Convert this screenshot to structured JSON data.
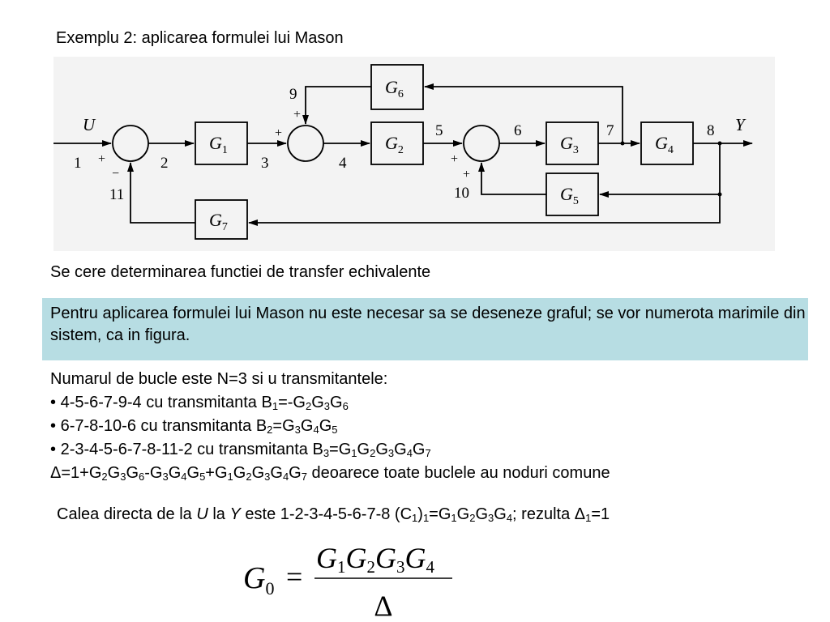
{
  "title": "Exemplu 2: aplicarea formulei lui Mason",
  "diagram": {
    "blocks": [
      {
        "letter": "G",
        "sub": "1"
      },
      {
        "letter": "G",
        "sub": "2"
      },
      {
        "letter": "G",
        "sub": "3"
      },
      {
        "letter": "G",
        "sub": "4"
      },
      {
        "letter": "G",
        "sub": "5"
      },
      {
        "letter": "G",
        "sub": "6"
      },
      {
        "letter": "G",
        "sub": "7"
      }
    ],
    "node_labels": [
      "1",
      "2",
      "3",
      "4",
      "5",
      "6",
      "7",
      "8",
      "9",
      "10",
      "11"
    ],
    "input_label": "U",
    "output_label": "Y",
    "signs": {
      "plus": "+",
      "minus": "−"
    }
  },
  "statement": "Se cere determinarea functiei de transfer echivalente",
  "note_text": "Pentru aplicarea formulei lui Mason nu este necesar sa se deseneze graful; se vor numerota marimile din sistem, ca in figura.",
  "loops": {
    "intro": "Numarul de bucle este N=3 si u transmitantele:",
    "bullet": "•",
    "items": [
      {
        "path": "4-5-6-7-9-4",
        "text": "cu transmitanta",
        "name": "B",
        "index": "1",
        "expr": "=-G2G3G6"
      },
      {
        "path": "6-7-8-10-6",
        "text": "cu transmitanta",
        "name": "B",
        "index": "2",
        "expr": "=G3G4G5"
      },
      {
        "path": "2-3-4-5-6-7-8-11-2",
        "text": "cu transmitanta",
        "name": "B",
        "index": "3",
        "expr": "=G1G2G3G4G7"
      }
    ],
    "delta_expr": "Δ=1+G2G3G6-G3G4G5+G1G2G3G4G7",
    "delta_note": "deoarece toate buclele au noduri comune"
  },
  "forward_path": {
    "prefix": "Calea directa de la",
    "from": "U",
    "mid": "la",
    "to": "Y",
    "rest": "este 1-2-3-4-5-6-7-8 (C",
    "c_sub": "1",
    "close": ")",
    "c_sub2": "1",
    "expr": "=G1G2G3G4",
    "result_prefix": "; rezulta",
    "result_symbol": "Δ",
    "result_sub": "1",
    "result_value": "=1"
  },
  "formula": {
    "lhs_letter": "G",
    "lhs_sub": "0",
    "equals": "=",
    "numerator": [
      {
        "letter": "G",
        "sub": "1"
      },
      {
        "letter": "G",
        "sub": "2"
      },
      {
        "letter": "G",
        "sub": "3"
      },
      {
        "letter": "G",
        "sub": "4"
      }
    ],
    "denominator": "Δ"
  }
}
